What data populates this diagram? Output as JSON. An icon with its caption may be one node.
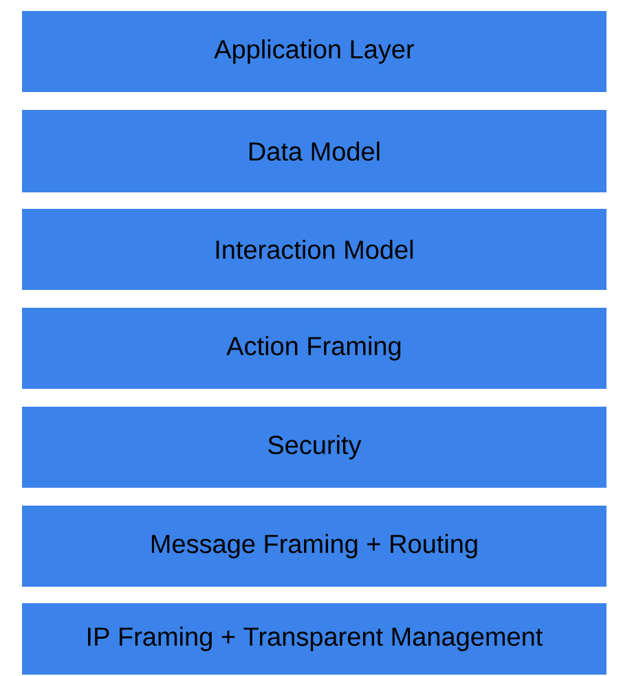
{
  "diagram": {
    "nodes": [
      {
        "text": [
          "Application Layer"
        ]
      },
      {
        "text": [
          "Data Model"
        ]
      },
      {
        "text": [
          "Interaction Model"
        ]
      },
      {
        "text": [
          "Action Framing"
        ]
      },
      {
        "text": [
          "Security"
        ]
      },
      {
        "text": [
          "Message Framing + Routing"
        ]
      },
      {
        "text": [
          "IP Framing + Transparent Management"
        ]
      }
    ]
  }
}
